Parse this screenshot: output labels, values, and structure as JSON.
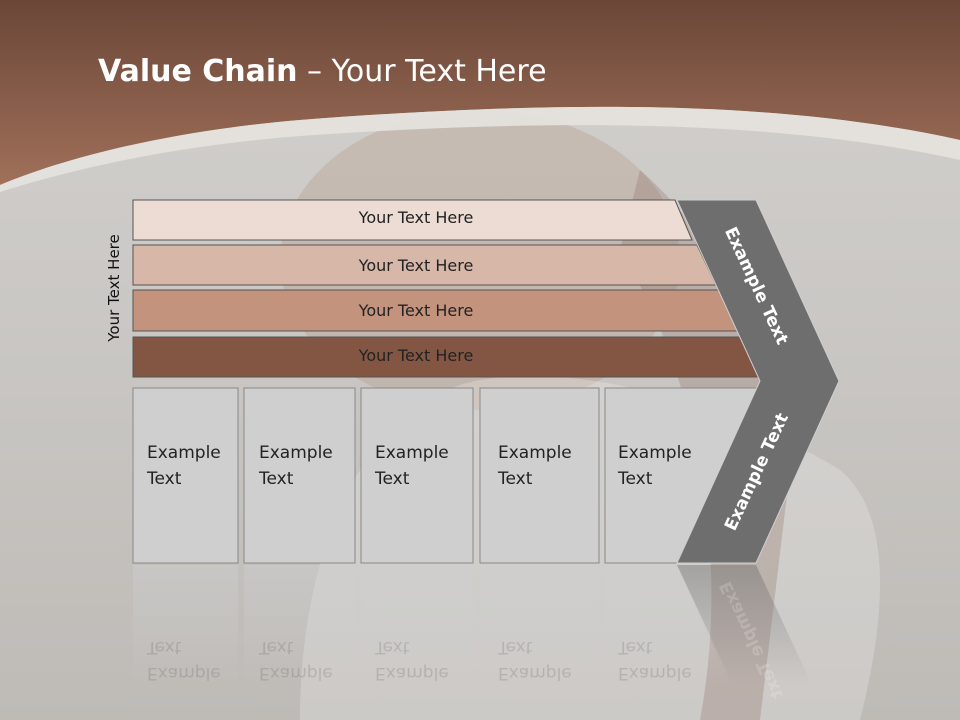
{
  "title": {
    "bold": "Value Chain",
    "rest": " – Your Text Here"
  },
  "side_label": "Your Text Here",
  "bars": [
    {
      "label": "Your Text Here",
      "color": "#ecdcd3"
    },
    {
      "label": "Your Text Here",
      "color": "#d6b7a8"
    },
    {
      "label": "Your Text Here",
      "color": "#c3937e"
    },
    {
      "label": "Your Text Here",
      "color": "#835644"
    }
  ],
  "boxes": [
    {
      "line1": "Example",
      "line2": "Text"
    },
    {
      "line1": "Example",
      "line2": "Text"
    },
    {
      "line1": "Example",
      "line2": "Text"
    },
    {
      "line1": "Example",
      "line2": "Text"
    },
    {
      "line1": "Example",
      "line2": "Text"
    }
  ],
  "chevron": {
    "top_label": "Example Text",
    "bottom_label": "Example Text",
    "color": "#6e6e6e"
  },
  "colors": {
    "header": "#8a5a45",
    "box_fill": "#cfcfcf"
  }
}
